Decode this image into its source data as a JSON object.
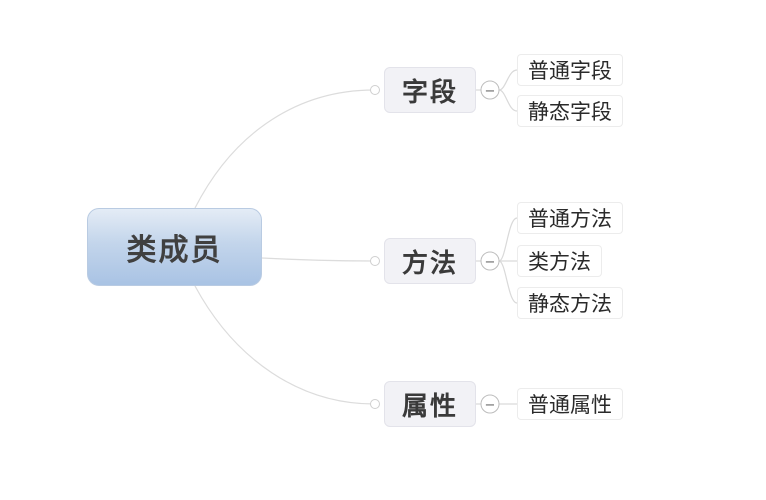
{
  "mindmap": {
    "root": "类成员",
    "branches": [
      {
        "label": "字段",
        "children": [
          "普通字段",
          "静态字段"
        ]
      },
      {
        "label": "方法",
        "children": [
          "普通方法",
          "类方法",
          "静态方法"
        ]
      },
      {
        "label": "属性",
        "children": [
          "普通属性"
        ]
      }
    ],
    "collapse_symbol": "−"
  },
  "colors": {
    "line": "#d9d9d9",
    "root_fill": "#c3d5eb",
    "branch_fill": "#f2f2f6"
  }
}
